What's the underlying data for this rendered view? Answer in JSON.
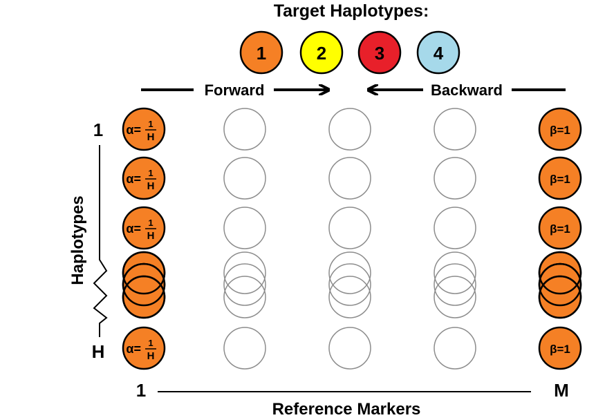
{
  "title": "Target Haplotypes:",
  "targets": [
    {
      "label": "1",
      "color": "#f58025"
    },
    {
      "label": "2",
      "color": "#ffff00"
    },
    {
      "label": "3",
      "color": "#e8202a"
    },
    {
      "label": "4",
      "color": "#a6d9ea"
    }
  ],
  "forward_label": "Forward",
  "backward_label": "Backward",
  "y_axis": {
    "label": "Haplotypes",
    "top": "1",
    "bottom": "H"
  },
  "x_axis": {
    "label": "Reference Markers",
    "start": "1",
    "end": "M"
  },
  "alpha": {
    "prefix": "α=",
    "numerator": "1",
    "denominator": "H"
  },
  "beta_label": "β=1",
  "colors": {
    "node_fill": "#f58025",
    "empty_stroke": "#8c8c8c"
  }
}
